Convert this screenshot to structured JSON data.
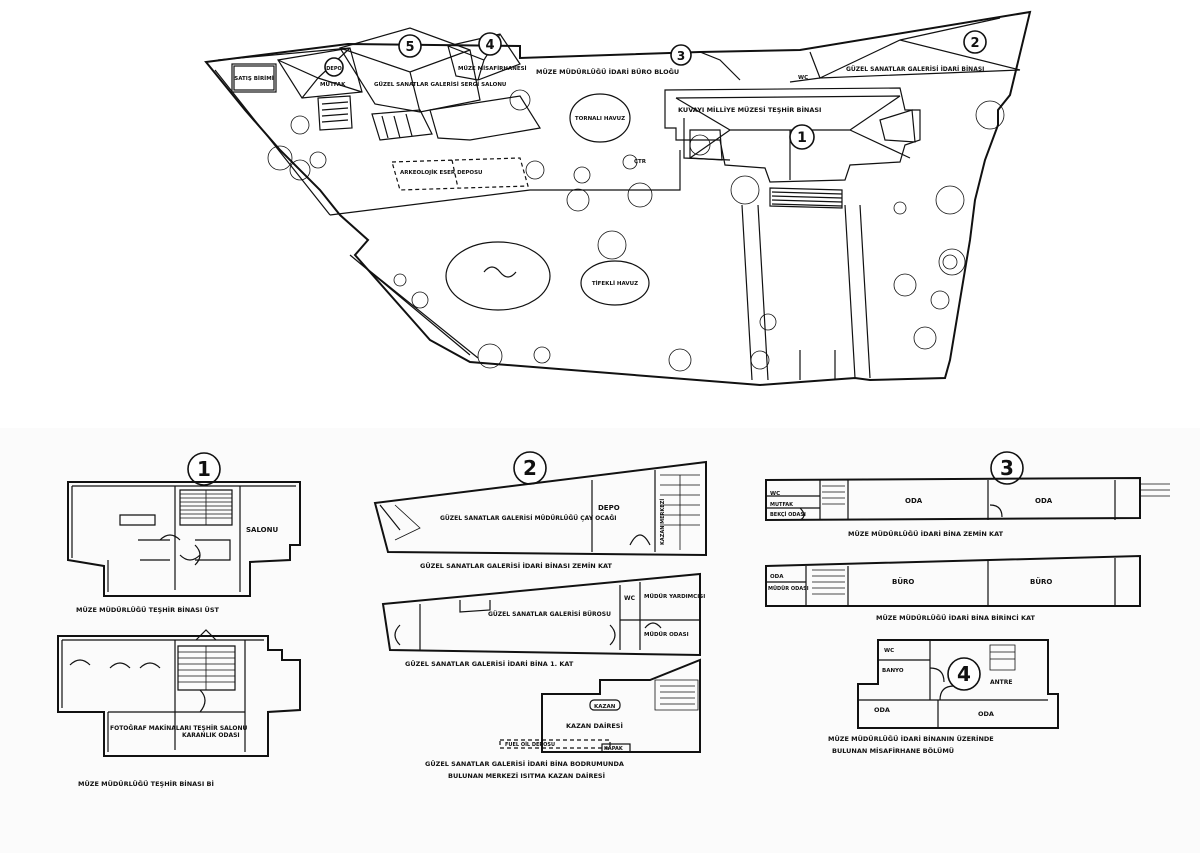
{
  "site": {
    "labels": {
      "shop": "SATIŞ BİRİMİ",
      "storage": "DEPO",
      "kitchen": "MUTFAK",
      "depot_row": "DEPO",
      "num5": "5",
      "num4": "4",
      "num3": "3",
      "num2": "2",
      "num1": "1",
      "gallery5": "GÜZEL SANATLAR GALERİSİ SERGİ SALONU",
      "guesthouse": "MÜZE MİSAFİRHANESİ",
      "admin_block": "MÜZE MÜDÜRLÜĞÜ İDARİ BÜRO BLOĞU",
      "admin_block2": "GÜZEL SANATLAR GALERİSİ İDARİ BİNASI",
      "museum": "KUVAYI MİLLİYE MÜZESİ TEŞHİR BİNASI",
      "pool1": "TORNALI HAVUZ",
      "pool2": "TİFEKLİ HAVUZ",
      "arch_depot": "ARKEOLOJİK ESER DEPOSU",
      "wc": "WC",
      "ctr": "ÇTR"
    }
  },
  "plan1": {
    "number": "1",
    "hall": "SALONU",
    "caption_upper": "MÜZE MÜDÜRLÜĞÜ TEŞHİR BİNASI ÜST",
    "caption_lower": "MÜZE MÜDÜRLÜĞÜ TEŞHİR BİNASI Bİ",
    "photo": "FOTOĞRAF MAKİNALARI TEŞHİR SALONU",
    "dark": "KARANLIK ODASI"
  },
  "plan2": {
    "number": "2",
    "directorate": "GÜZEL SANATLAR GALERİSİ MÜDÜRLÜĞÜ ÇAY OCAĞI",
    "depot": "DEPO",
    "side": "KAZAN MERKEZİ",
    "caption1": "GÜZEL SANATLAR GALERİSİ İDARİ BİNASI ZEMİN KAT",
    "office": "GÜZEL SANATLAR GALERİSİ BÜROSU",
    "wc": "WC",
    "deputy": "MÜDÜR YARDIMCISI",
    "director": "MÜDÜR ODASI",
    "caption2": "GÜZEL SANATLAR GALERİSİ İDARİ BİNA 1. KAT",
    "boiler": "KAZAN",
    "boiler_room": "KAZAN DAİRESİ",
    "fuel": "FUEL OİL DEPOSU",
    "hatch": "KAPAK",
    "caption3a": "GÜZEL SANATLAR GALERİSİ İDARİ BİNA BODRUMUNDA",
    "caption3b": "BULUNAN MERKEZİ ISITMA KAZAN DAİRESİ"
  },
  "plan3": {
    "number": "3",
    "wc": "WC",
    "kitchen": "MUTFAK",
    "guard": "BEKÇİ ODASI",
    "room": "ODA",
    "caption1": "MÜZE MÜDÜRLÜĞÜ İDARİ BİNA ZEMİN KAT",
    "director": "MÜDÜR ODASI",
    "office": "BÜRO",
    "caption2": "MÜZE MÜDÜRLÜĞÜ İDARİ BİNA BİRİNCİ KAT"
  },
  "plan4": {
    "number": "4",
    "wc": "WC",
    "bath": "BANYO",
    "antre": "ANTRE",
    "room": "ODA",
    "caption1": "MÜZE MÜDÜRLÜĞÜ İDARİ BİNANIN ÜZERİNDE",
    "caption2": "BULUNAN MİSAFİRHANE BÖLÜMÜ"
  }
}
